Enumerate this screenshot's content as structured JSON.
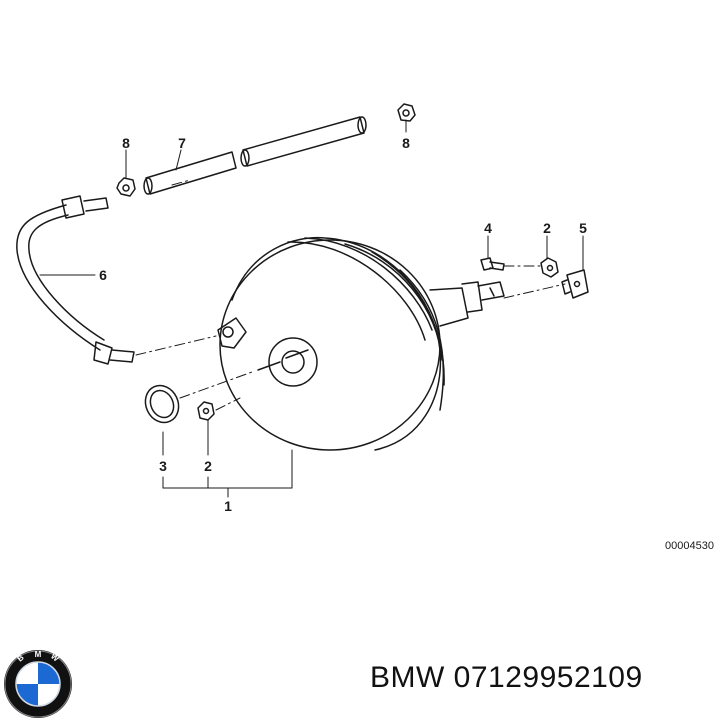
{
  "diagram": {
    "callouts": {
      "c1": "1",
      "c2_left": "2",
      "c2_right": "2",
      "c3": "3",
      "c4": "4",
      "c5": "5",
      "c6": "6",
      "c7": "7",
      "c8_left": "8",
      "c8_right": "8"
    },
    "figure_number": "00004530",
    "parts": [
      {
        "ref": "1",
        "name": "brake-booster"
      },
      {
        "ref": "2",
        "name": "nut"
      },
      {
        "ref": "3",
        "name": "seal-ring"
      },
      {
        "ref": "4",
        "name": "bolt"
      },
      {
        "ref": "5",
        "name": "clip"
      },
      {
        "ref": "6",
        "name": "vacuum-hose"
      },
      {
        "ref": "7",
        "name": "hose-tube"
      },
      {
        "ref": "8",
        "name": "hose-clamp"
      }
    ]
  },
  "footer": {
    "brand_text": "BMW 07129952109",
    "logo_letters": "BMW",
    "logo_icon": "bmw-roundel-icon"
  },
  "colors": {
    "line": "#1a1a1a",
    "logo_blue": "#1c69d4",
    "logo_ring": "#111111"
  }
}
